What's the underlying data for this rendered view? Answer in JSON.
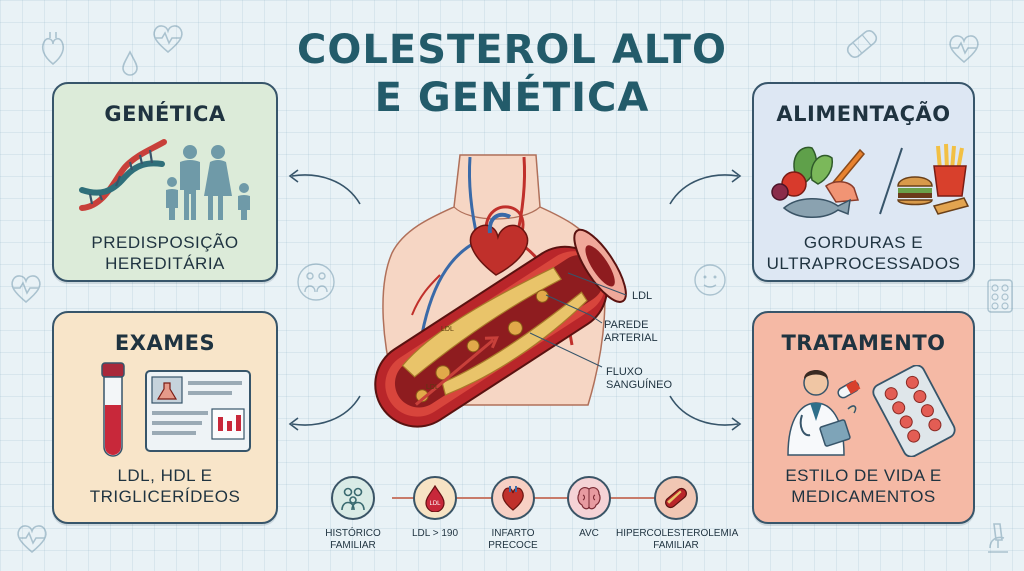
{
  "title": {
    "line1": "COLESTEROL ALTO",
    "line2": "E GENÉTICA"
  },
  "cards": {
    "genetica": {
      "title": "GENÉTICA",
      "caption1": "PREDISPOSIÇÃO",
      "caption2": "HEREDITÁRIA",
      "icons": [
        "dna-icon",
        "family-icon"
      ]
    },
    "alimentacao": {
      "title": "ALIMENTAÇÃO",
      "caption1": "GORDURAS E",
      "caption2": "ULTRAPROCESSADOS",
      "icons": [
        "vegetables-icon",
        "fish-icon",
        "burger-icon",
        "fries-icon"
      ]
    },
    "exames": {
      "title": "EXAMES",
      "caption1": "LDL, HDL E",
      "caption2": "TRIGLICERÍDEOS",
      "icons": [
        "blood-tube-icon",
        "lab-report-icon"
      ]
    },
    "tratamento": {
      "title": "TRATAMENTO",
      "caption1": "ESTILO DE VIDA E",
      "caption2": "MEDICAMENTOS",
      "icons": [
        "doctor-icon",
        "pills-icon"
      ]
    }
  },
  "artery": {
    "plaque_label": "LDL",
    "labels": {
      "ldl": "LDL",
      "parede1": "PAREDE",
      "parede2": "ARTERIAL",
      "fluxo1": "FLUXO",
      "fluxo2": "SANGUÍNEO"
    }
  },
  "risk_row": [
    {
      "icon": "family-icon",
      "line1": "HISTÓRICO",
      "line2": "FAMILIAR"
    },
    {
      "icon": "blood-drop-icon",
      "badge": "LDL",
      "line1": "LDL > 190",
      "line2": ""
    },
    {
      "icon": "heart-icon",
      "line1": "INFARTO",
      "line2": "PRECOCE"
    },
    {
      "icon": "brain-icon",
      "line1": "AVC",
      "line2": ""
    },
    {
      "icon": "artery-icon",
      "line1": "HIPERCOLESTEROLEMIA",
      "line2": "FAMILIAR"
    }
  ],
  "colors": {
    "title": "#235b6a",
    "genetica_bg": "#dcebd9",
    "alimentacao_bg": "#dde7f3",
    "exames_bg": "#f8e5c9",
    "tratamento_bg": "#f5b9a5",
    "artery": "#c0302b",
    "plaque": "#e9c46a"
  }
}
